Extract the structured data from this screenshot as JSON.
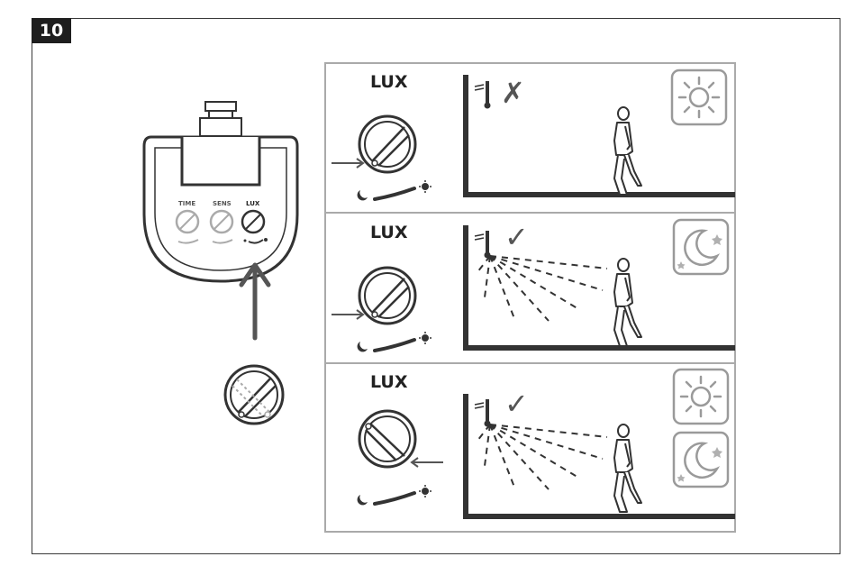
{
  "figure_number": "10",
  "sensor": {
    "knobs": [
      {
        "label": "TIME"
      },
      {
        "label": "SENS"
      },
      {
        "label": "LUX"
      }
    ]
  },
  "panels": [
    {
      "label": "LUX",
      "dial_position": "minimum",
      "light_on": false,
      "result_mark": "✗",
      "conditions": [
        "sun-icon"
      ]
    },
    {
      "label": "LUX",
      "dial_position": "minimum",
      "light_on": true,
      "result_mark": "✓",
      "conditions": [
        "moon-icon"
      ]
    },
    {
      "label": "LUX",
      "dial_position": "maximum",
      "light_on": true,
      "result_mark": "✓",
      "conditions": [
        "sun-icon",
        "moon-icon"
      ]
    }
  ],
  "colors": {
    "line": "#333333",
    "icon_gray": "#9a9a9a",
    "badge_bg": "#1e1e1e"
  }
}
